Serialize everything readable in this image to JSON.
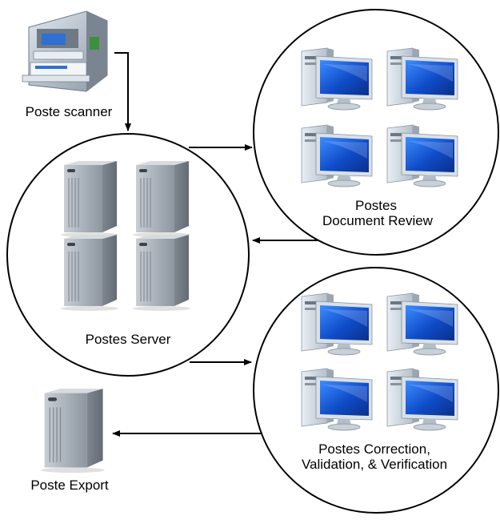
{
  "diagram": {
    "nodes": {
      "scanner": {
        "label": "Poste scanner",
        "icon": "scanner-icon"
      },
      "server": {
        "label": "Postes Server",
        "icon": "server-tower-icon",
        "count": 4
      },
      "review": {
        "label_line1": "Postes",
        "label_line2": "Document Review",
        "icon": "workstation-icon",
        "count": 4
      },
      "correction": {
        "label_line1": "Postes Correction,",
        "label_line2": "Validation, & Verification",
        "icon": "workstation-icon",
        "count": 4
      },
      "export": {
        "label": "Poste Export",
        "icon": "server-tower-icon"
      }
    },
    "edges": [
      {
        "from": "scanner",
        "to": "server"
      },
      {
        "from": "server",
        "to": "review"
      },
      {
        "from": "review",
        "to": "server"
      },
      {
        "from": "server",
        "to": "correction"
      },
      {
        "from": "correction",
        "to": "export"
      }
    ],
    "colors": {
      "line": "#000000",
      "screen": "#1a56c9",
      "tower": "#9aa3ad",
      "node_border": "#000000"
    }
  }
}
